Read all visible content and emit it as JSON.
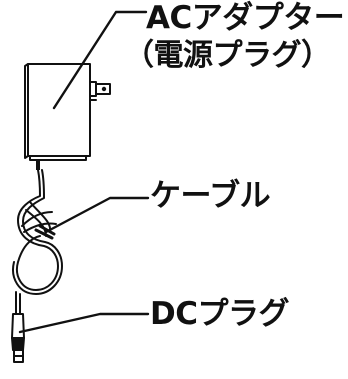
{
  "labels": {
    "ac_adapter_title": "ACアダプター",
    "ac_adapter_sub": "（電源プラグ）",
    "cable": "ケーブル",
    "dc_plug": "DCプラグ"
  },
  "colors": {
    "line": "#111111",
    "fill": "#ffffff"
  }
}
